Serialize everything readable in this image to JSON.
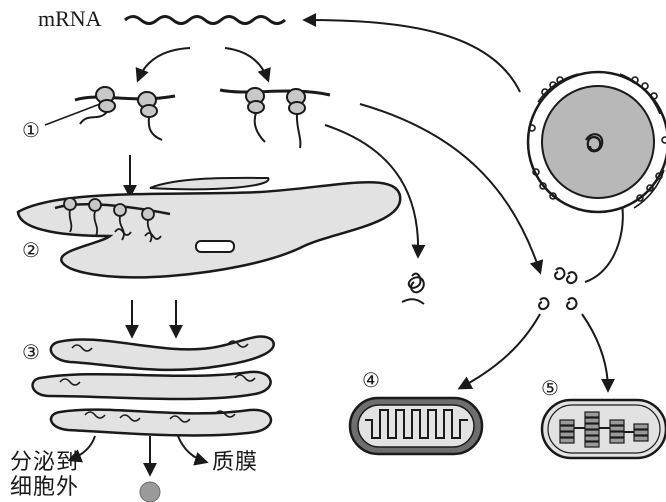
{
  "labels": {
    "mrna": "mRNA",
    "step1": "①",
    "step2": "②",
    "step3": "③",
    "step4": "④",
    "step5": "⑤",
    "secrete_line1": "分泌到",
    "secrete_line2": "细胞外",
    "membrane": "质膜"
  },
  "colors": {
    "stroke": "#1a1a1a",
    "organelle_fill": "#e2e2e2",
    "organelle_dark": "#6e6e6e",
    "nucleus_fill": "#b8b8b8",
    "vesicle_fill": "#9a9a9a"
  }
}
